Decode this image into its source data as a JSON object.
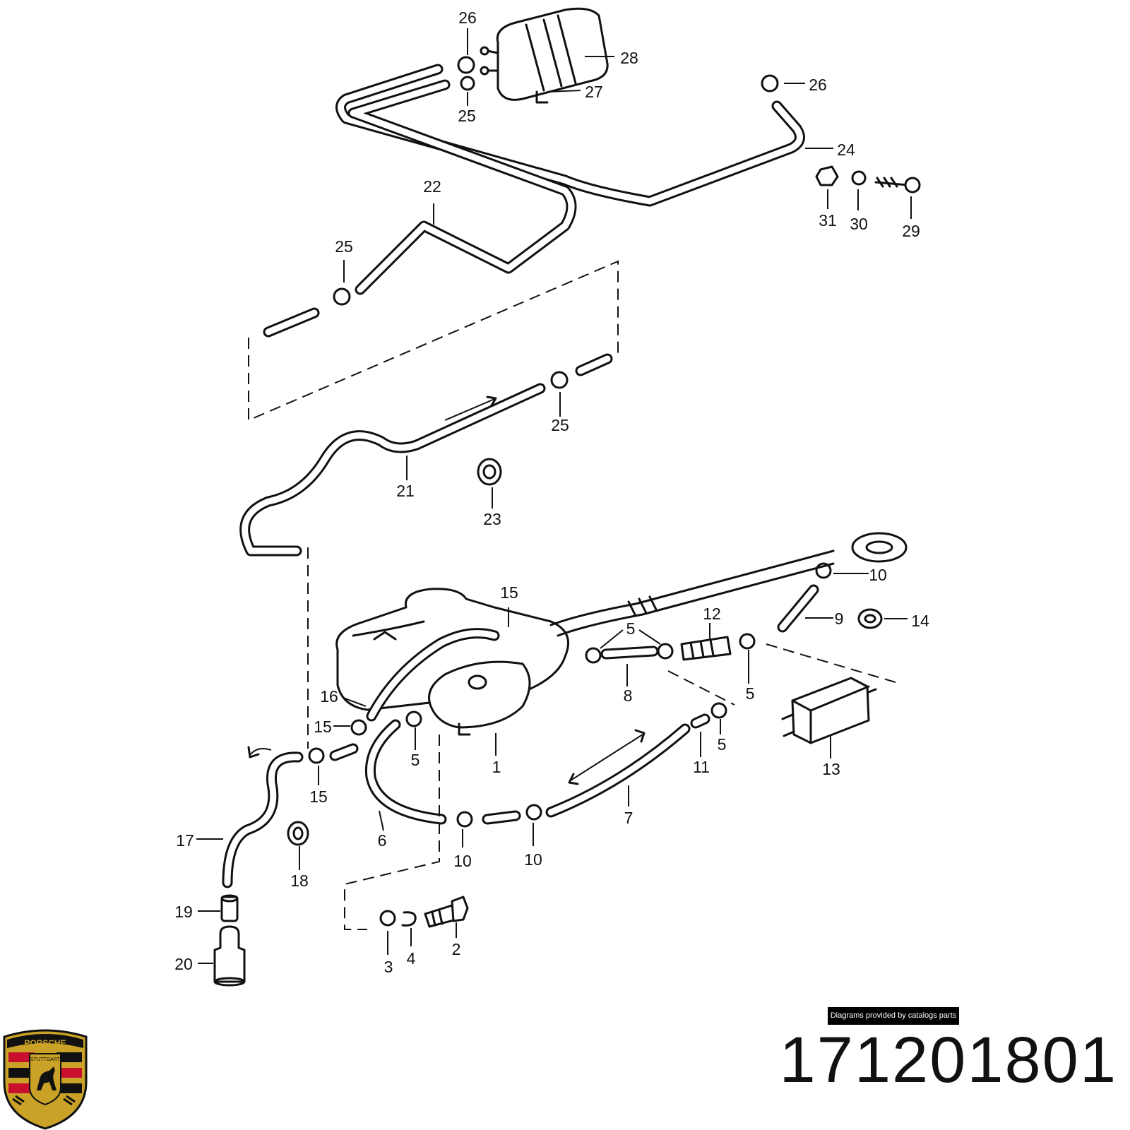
{
  "diagram": {
    "part_callouts": [
      "1",
      "2",
      "3",
      "4",
      "5",
      "6",
      "7",
      "8",
      "9",
      "10",
      "11",
      "12",
      "13",
      "14",
      "15",
      "16",
      "17",
      "18",
      "19",
      "20",
      "21",
      "22",
      "23",
      "24",
      "25",
      "26",
      "27",
      "28",
      "29",
      "30",
      "31"
    ]
  },
  "credit": "Diagrams provided by catalogs parts",
  "part_number": "171201801",
  "logo": {
    "brand": "PORSCHE",
    "city": "STUTTGART",
    "colors": {
      "gold": "#c9a227",
      "red": "#c8102e",
      "black": "#111111"
    }
  }
}
